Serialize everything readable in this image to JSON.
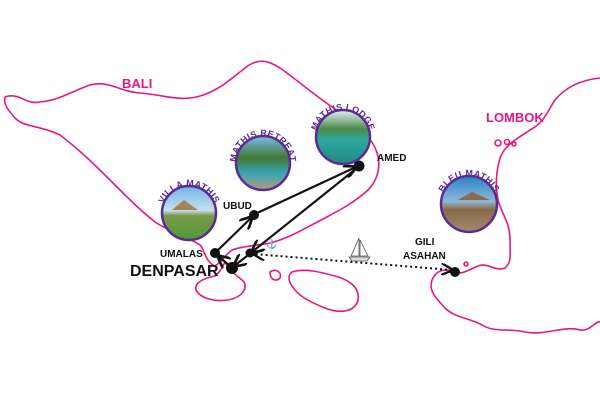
{
  "islands": {
    "bali": "BALI",
    "lombok": "LOMBOK"
  },
  "places": {
    "umalas": "UMALAS",
    "denpasar": "DENPASAR",
    "ubud": "UBUD",
    "amed": "AMED",
    "gili_asahan_line1": "GILI",
    "gili_asahan_line2": "ASAHAN"
  },
  "properties": [
    {
      "name": "VILLA MATHIS",
      "location": "Umalas"
    },
    {
      "name": "MATHIS RETREAT",
      "location": "Ubud"
    },
    {
      "name": "MATHIS LODGE",
      "location": "Amed"
    },
    {
      "name": "BLEU MATHIS",
      "location": "Gili Asahan"
    }
  ],
  "colors": {
    "coastline": "#e8177f",
    "property_label": "#5b2a94",
    "route": "#111111"
  },
  "icons": {
    "boat": "sailboat-icon",
    "port": "anchor-icon"
  }
}
